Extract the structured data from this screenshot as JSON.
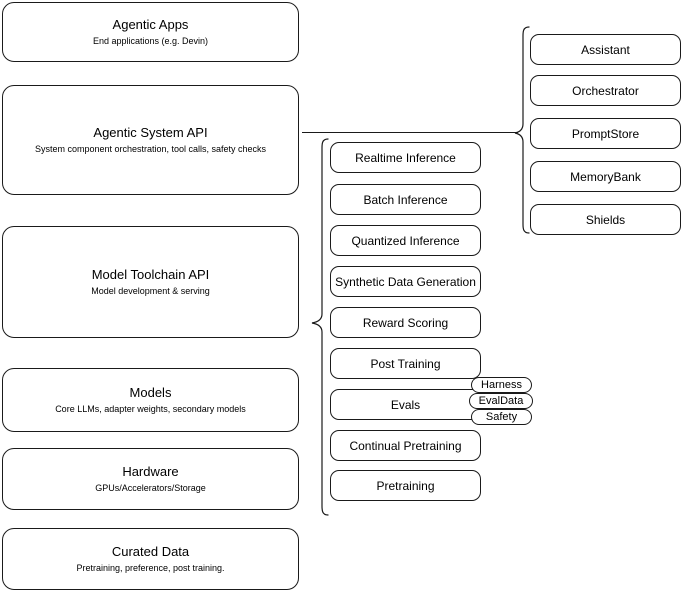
{
  "diagram": {
    "type": "layered-architecture-stack",
    "background_color": "#ffffff",
    "stroke_color": "#1a1a1a"
  },
  "left_stack": {
    "name": "platform-layers",
    "items": [
      {
        "id": "agentic-apps",
        "title": "Agentic Apps",
        "subtitle": "End applications (e.g. Devin)"
      },
      {
        "id": "agentic-system-api",
        "title": "Agentic System API",
        "subtitle": "System component orchestration, tool calls, safety checks"
      },
      {
        "id": "model-toolchain-api",
        "title": "Model Toolchain API",
        "subtitle": "Model development & serving"
      },
      {
        "id": "models",
        "title": "Models",
        "subtitle": "Core LLMs, adapter weights, secondary models"
      },
      {
        "id": "hardware",
        "title": "Hardware",
        "subtitle": "GPUs/Accelerators/Storage"
      },
      {
        "id": "curated-data",
        "title": "Curated Data",
        "subtitle": "Pretraining, preference, post training."
      }
    ]
  },
  "middle_column": {
    "name": "model-toolchain-capabilities",
    "parent": "Model Toolchain API",
    "items": [
      {
        "id": "realtime-inference",
        "label": "Realtime Inference"
      },
      {
        "id": "batch-inference",
        "label": "Batch Inference"
      },
      {
        "id": "quantized-inference",
        "label": "Quantized Inference"
      },
      {
        "id": "synthetic-data-generation",
        "label": "Synthetic Data Generation"
      },
      {
        "id": "reward-scoring",
        "label": "Reward Scoring"
      },
      {
        "id": "post-training",
        "label": "Post Training"
      },
      {
        "id": "evals",
        "label": "Evals"
      },
      {
        "id": "continual-pretraining",
        "label": "Continual Pretraining"
      },
      {
        "id": "pretraining",
        "label": "Pretraining"
      }
    ]
  },
  "evals_tags": {
    "name": "evals-subcomponents",
    "parent": "Evals",
    "items": [
      {
        "id": "harness",
        "label": "Harness"
      },
      {
        "id": "evaldata",
        "label": "EvalData"
      },
      {
        "id": "safety",
        "label": "Safety"
      }
    ]
  },
  "right_column": {
    "name": "agentic-system-components",
    "parent": "Agentic System API",
    "items": [
      {
        "id": "assistant",
        "label": "Assistant"
      },
      {
        "id": "orchestrator",
        "label": "Orchestrator"
      },
      {
        "id": "promptstore",
        "label": "PromptStore"
      },
      {
        "id": "memorybank",
        "label": "MemoryBank"
      },
      {
        "id": "shields",
        "label": "Shields"
      }
    ]
  }
}
